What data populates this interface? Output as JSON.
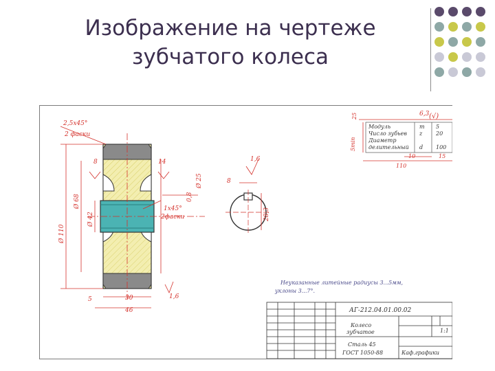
{
  "slide": {
    "title_line1": "Изображение на чертеже",
    "title_line2": "зубчатого колеса"
  },
  "palette": {
    "title": "#3c2f4f",
    "dot_purple": "#5a4a6b",
    "dot_teal": "#8ea8a6",
    "dot_olive": "#c8c84a",
    "dot_grey": "#c9c9d6",
    "dim_red": "#d4302a",
    "hatch_yellow": "#f3eeb0",
    "bore_teal": "#4bb3b3",
    "teeth_grey": "#8a8a8a"
  },
  "dots": [
    [
      "dot_purple",
      "dot_purple",
      "dot_purple",
      "dot_purple"
    ],
    [
      "dot_teal",
      "dot_olive",
      "dot_teal",
      "dot_olive"
    ],
    [
      "dot_olive",
      "dot_teal",
      "dot_olive",
      "dot_teal"
    ],
    [
      "dot_grey",
      "dot_olive",
      "dot_grey",
      "dot_grey"
    ],
    [
      "dot_teal",
      "dot_grey",
      "dot_teal",
      "dot_grey"
    ]
  ],
  "drawing": {
    "chamfer_note_1": "2,5х45°",
    "chamfer_note_2": "2 фаски",
    "chamfer_note_3": "1х45°",
    "chamfer_note_4": "2фаски",
    "dim_110": "Ø 110",
    "dim_68": "Ø 68",
    "dim_42": "Ø 42",
    "dim_25": "Ø 25",
    "dim_08": "0,8",
    "dim_8a": "8",
    "dim_14": "14",
    "dim_5": "5",
    "dim_30": "30",
    "dim_46": "46",
    "dim_16a": "1,6",
    "dim_16b": "1,6",
    "keyway_8": "8",
    "keyway_283": "28,3",
    "rough_63": "6,3",
    "rough_v": "(√)",
    "side_25": "25",
    "side_5min": "5min",
    "params": [
      {
        "name": "Модуль",
        "sym": "m",
        "val": "5"
      },
      {
        "name": "Число зубьев",
        "sym": "z",
        "val": "20"
      },
      {
        "name": "Диаметр",
        "sym": "",
        "val": ""
      },
      {
        "name": "делительный",
        "sym": "d",
        "val": "100"
      }
    ],
    "table_10": "10",
    "table_15": "15",
    "table_110": "110",
    "note_line1": "Неуказанные литейные радиусы 3...5мм,",
    "note_line2": "уклоны 3...7°.",
    "stamp_code": "АГ-212.04.01.00.02",
    "stamp_name1": "Колесо",
    "stamp_name2": "зубчатое",
    "stamp_mat1": "Сталь 45",
    "stamp_mat2": "ГОСТ 1050-88",
    "stamp_scale": "1:1",
    "stamp_dept": "Каф.графики"
  }
}
